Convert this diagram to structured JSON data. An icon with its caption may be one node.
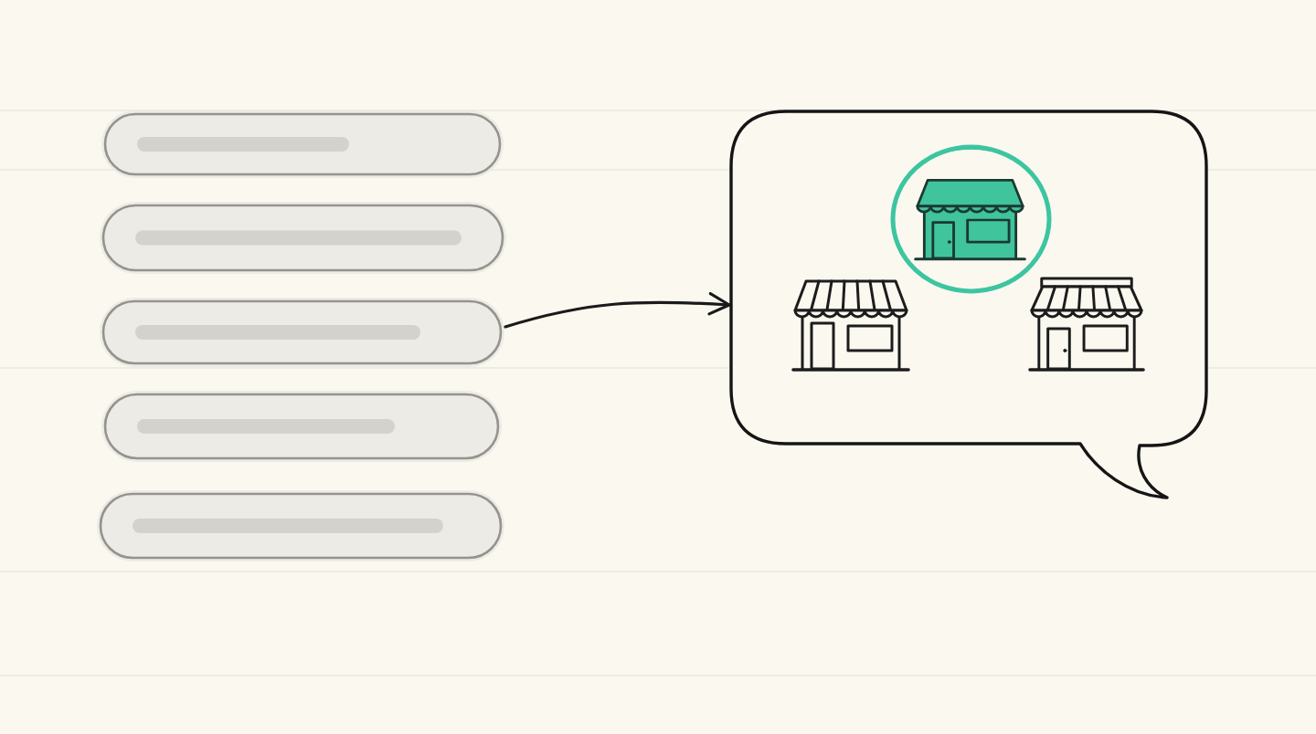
{
  "diagram": {
    "nodes": [
      {
        "text": [],
        "shape": "bar"
      },
      {
        "text": [],
        "shape": "bar"
      },
      {
        "text": [],
        "shape": "bar"
      },
      {
        "text": [],
        "shape": "bar"
      },
      {
        "text": [],
        "shape": "bar"
      },
      {
        "text": [],
        "shape": "bubble"
      },
      {
        "text": [],
        "shape": "circle",
        "in": 5
      },
      {
        "text": [],
        "shape": "picture",
        "in": 6
      },
      {
        "text": [],
        "shape": "picture",
        "in": 5
      },
      {
        "text": [],
        "shape": "picture",
        "in": 5
      }
    ],
    "edges": [
      {
        "from": 2,
        "to": 5,
        "arrow": "to"
      }
    ]
  }
}
